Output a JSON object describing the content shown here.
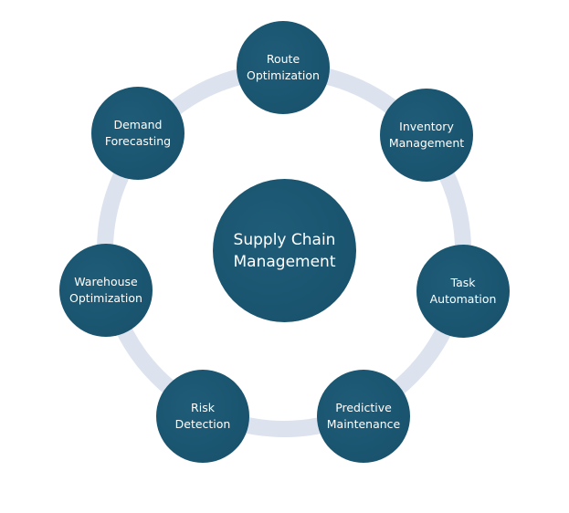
{
  "diagram": {
    "title": "Supply Chain Management",
    "colors": {
      "node": "#1a5570",
      "ring": "#dce3ee",
      "text": "#ffffff",
      "background": "#ffffff"
    },
    "center": {
      "line1": "Supply Chain",
      "line2": "Management"
    },
    "nodes": [
      {
        "id": "route-optimization",
        "line1": "Route",
        "line2": "Optimization"
      },
      {
        "id": "inventory-management",
        "line1": "Inventory",
        "line2": "Management"
      },
      {
        "id": "task-automation",
        "line1": "Task",
        "line2": "Automation"
      },
      {
        "id": "predictive-maintenance",
        "line1": "Predictive",
        "line2": "Maintenance"
      },
      {
        "id": "risk-detection",
        "line1": "Risk",
        "line2": "Detection"
      },
      {
        "id": "warehouse-optimization",
        "line1": "Warehouse",
        "line2": "Optimization"
      },
      {
        "id": "demand-forecasting",
        "line1": "Demand",
        "line2": "Forecasting"
      }
    ]
  }
}
